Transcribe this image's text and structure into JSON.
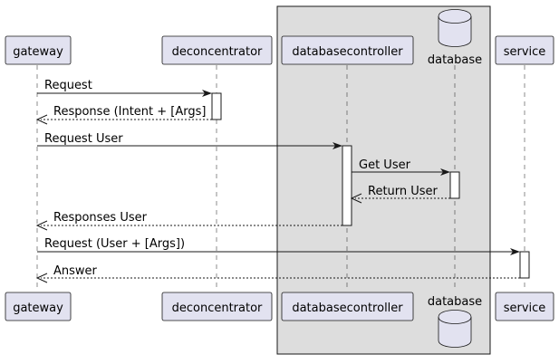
{
  "participants": {
    "gateway": "gateway",
    "deconcentrator": "deconcentrator",
    "databasecontroller": "databasecontroller",
    "database": "database",
    "service": "service"
  },
  "messages": [
    "Request",
    "Response (Intent + [Args]",
    "Request User",
    "Get User",
    "Return User",
    "Responses User",
    "Request (User + [Args])",
    "Answer"
  ],
  "colors": {
    "participant_fill": "#E2E2F0",
    "group_fill": "#DDDDDD",
    "line": "#181818"
  }
}
